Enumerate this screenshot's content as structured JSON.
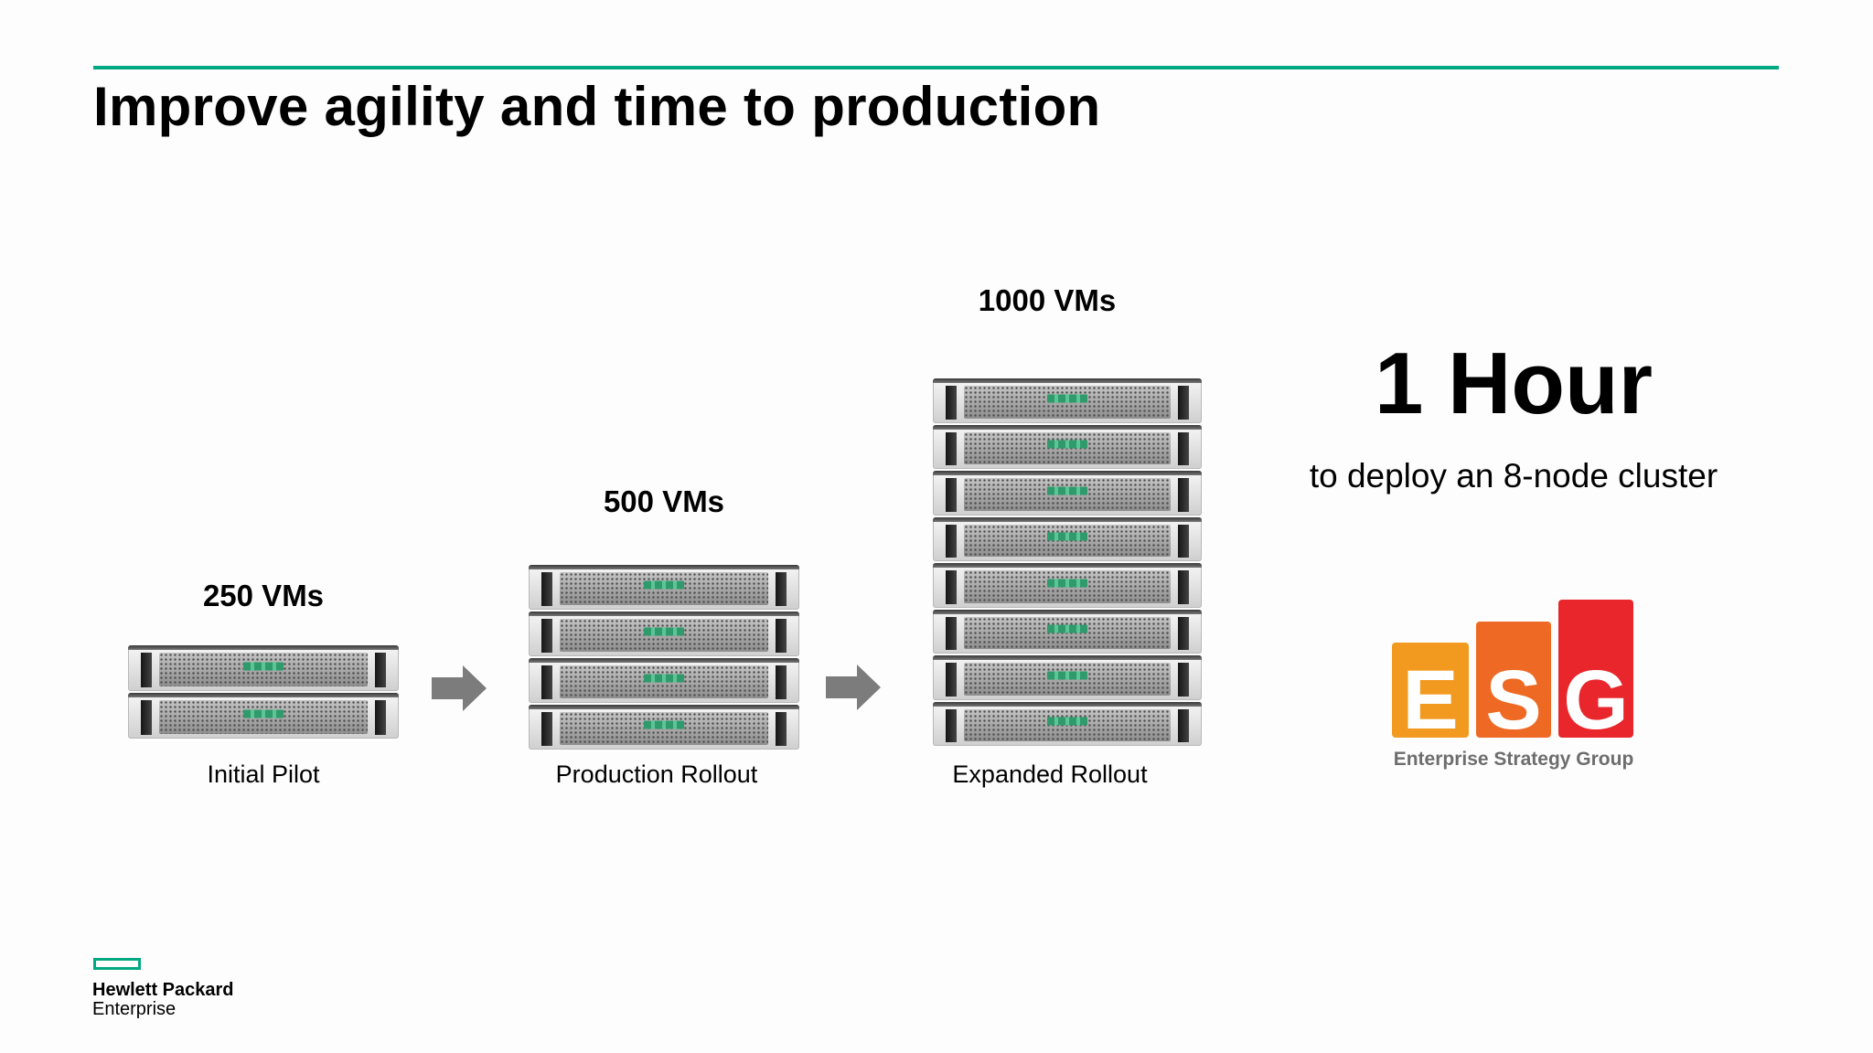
{
  "slide": {
    "title": "Improve agility and time to production"
  },
  "stages": [
    {
      "vms": "250 VMs",
      "label": "Initial Pilot",
      "servers": 2
    },
    {
      "vms": "500 VMs",
      "label": "Production Rollout",
      "servers": 4
    },
    {
      "vms": "1000 VMs",
      "label": "Expanded Rollout",
      "servers": 8
    }
  ],
  "stat": {
    "headline": "1 Hour",
    "caption": "to deploy an 8-node cluster"
  },
  "esg_logo": {
    "letters": [
      "E",
      "S",
      "G"
    ],
    "tagline": "Enterprise Strategy Group",
    "colors": [
      "#f29a1f",
      "#ee6a24",
      "#e8262b"
    ]
  },
  "footer_logo": {
    "line1": "Hewlett Packard",
    "line2": "Enterprise",
    "accent_color": "#01a982"
  },
  "icons": {
    "arrow": "right-arrow-icon"
  }
}
